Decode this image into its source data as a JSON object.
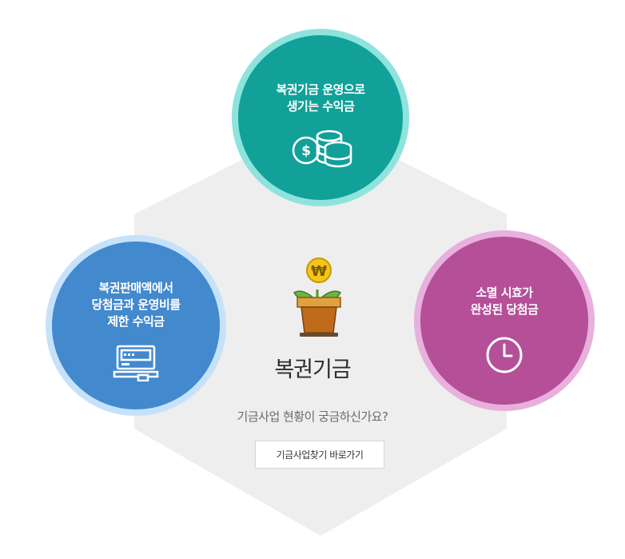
{
  "center": {
    "title": "복권기금",
    "question": "기금사업 현황이 궁금하신가요?",
    "button_label": "기금사업찾기 바로가기",
    "icon": "money-plant-icon"
  },
  "circles": {
    "top": {
      "lines": [
        "복권기금 운영으로",
        "생기는 수익금"
      ],
      "icon": "coins-icon",
      "color": "#11a198"
    },
    "left": {
      "lines": [
        "복권판매액에서",
        "당첨금과 운영비를",
        "제한 수익금"
      ],
      "icon": "terminal-icon",
      "color": "#4289ce"
    },
    "right": {
      "lines": [
        "소멸 시효가",
        "완성된 당첨금"
      ],
      "icon": "clock-icon",
      "color": "#b44f98"
    }
  }
}
